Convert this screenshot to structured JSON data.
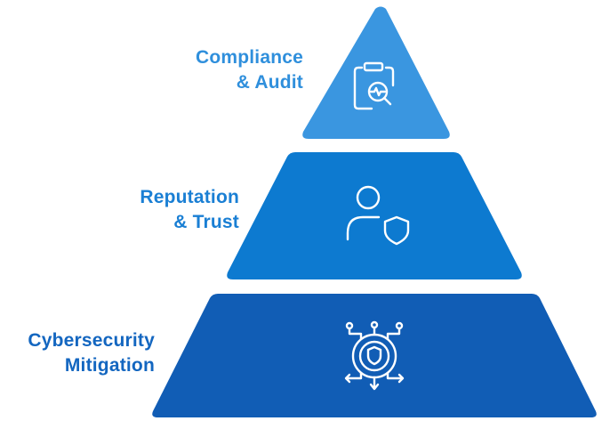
{
  "colors": {
    "tier_top": "#3a96e0",
    "tier_middle": "#0d7ad0",
    "tier_bottom": "#115db5",
    "icon_stroke": "#ffffff"
  },
  "tiers": [
    {
      "id": "top",
      "label_line1": "Compliance",
      "label_line2": "& Audit",
      "icon": "clipboard-audit-icon",
      "label_color": "#2f8fdc"
    },
    {
      "id": "middle",
      "label_line1": "Reputation",
      "label_line2": "& Trust",
      "icon": "user-shield-icon",
      "label_color": "#1a7fd4"
    },
    {
      "id": "bottom",
      "label_line1": "Cybersecurity",
      "label_line2": "Mitigation",
      "icon": "network-shield-icon",
      "label_color": "#1366c0"
    }
  ]
}
